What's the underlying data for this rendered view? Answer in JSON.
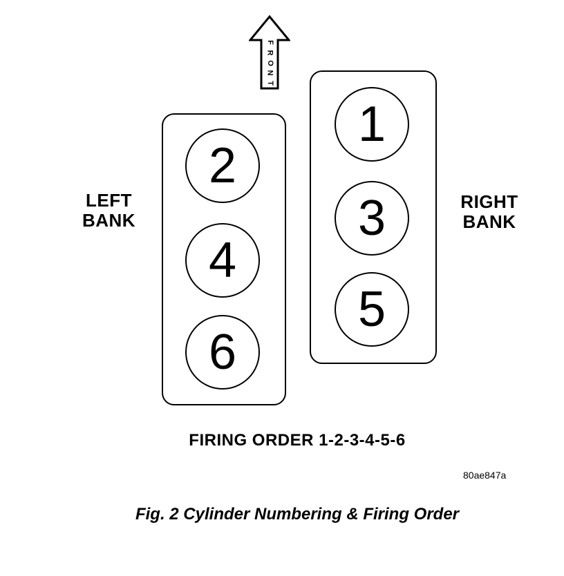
{
  "front_label_letters": [
    "F",
    "R",
    "O",
    "N",
    "T"
  ],
  "left_bank": {
    "label_line1": "LEFT",
    "label_line2": "BANK",
    "cylinders": [
      "2",
      "4",
      "6"
    ]
  },
  "right_bank": {
    "label_line1": "RIGHT",
    "label_line2": "BANK",
    "cylinders": [
      "1",
      "3",
      "5"
    ]
  },
  "firing_order": "FIRING ORDER 1-2-3-4-5-6",
  "reference_code": "80ae847a",
  "caption": "Fig. 2 Cylinder Numbering & Firing Order",
  "colors": {
    "ink": "#000000",
    "background": "#ffffff"
  }
}
